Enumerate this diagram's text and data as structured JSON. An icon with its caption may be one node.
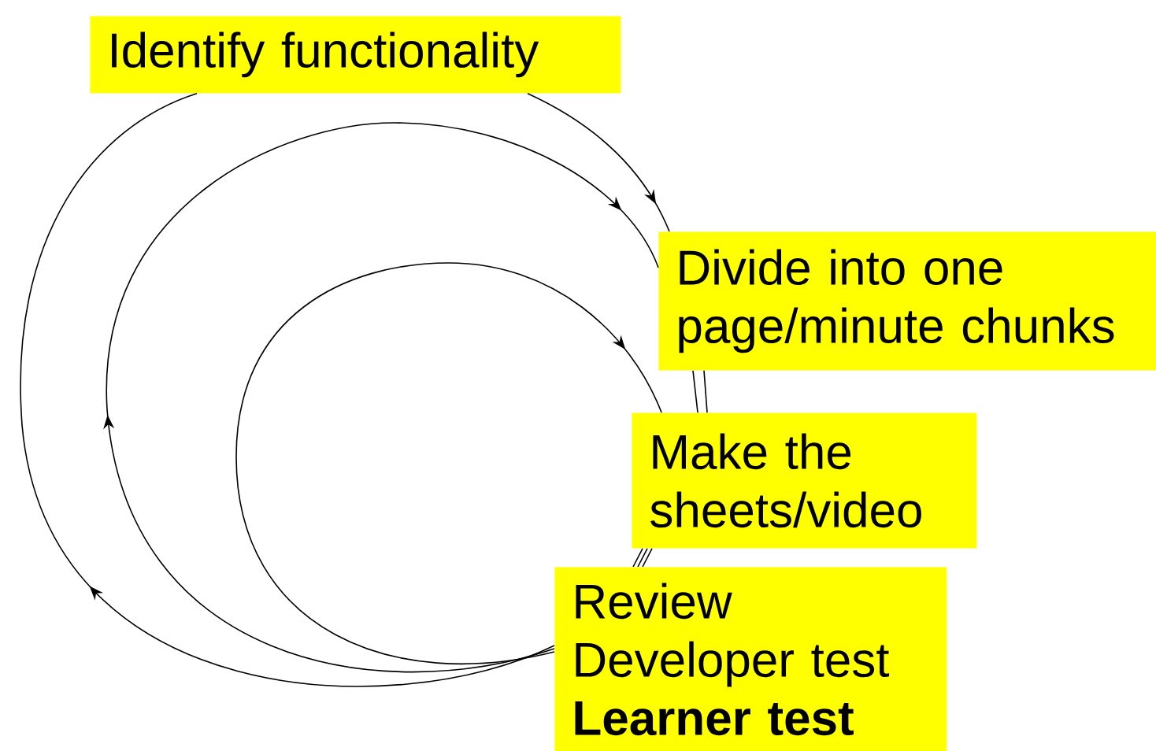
{
  "diagram": {
    "nodes": [
      {
        "text": [
          "Identify functionality"
        ]
      },
      {
        "text": [
          "Divide into one page/minute chunks"
        ]
      },
      {
        "text": [
          "Make the sheets/video"
        ]
      },
      {
        "text": [
          "Review",
          "Developer test",
          "Learner test"
        ]
      }
    ],
    "edges": [
      {
        "from": 0,
        "to": 1,
        "arrow": "to"
      },
      {
        "from": 1,
        "to": 2,
        "arrow": "none"
      },
      {
        "from": 1,
        "to": 2,
        "arrow": "none"
      },
      {
        "from": 2,
        "to": 3,
        "arrow": "none"
      },
      {
        "from": 2,
        "to": 3,
        "arrow": "none"
      },
      {
        "from": 2,
        "to": 3,
        "arrow": "none"
      },
      {
        "from": 3,
        "to": 0,
        "arrow": "to"
      },
      {
        "from": 3,
        "to": 1,
        "arrow": "to"
      },
      {
        "from": 3,
        "to": 2,
        "arrow": "to"
      }
    ]
  }
}
